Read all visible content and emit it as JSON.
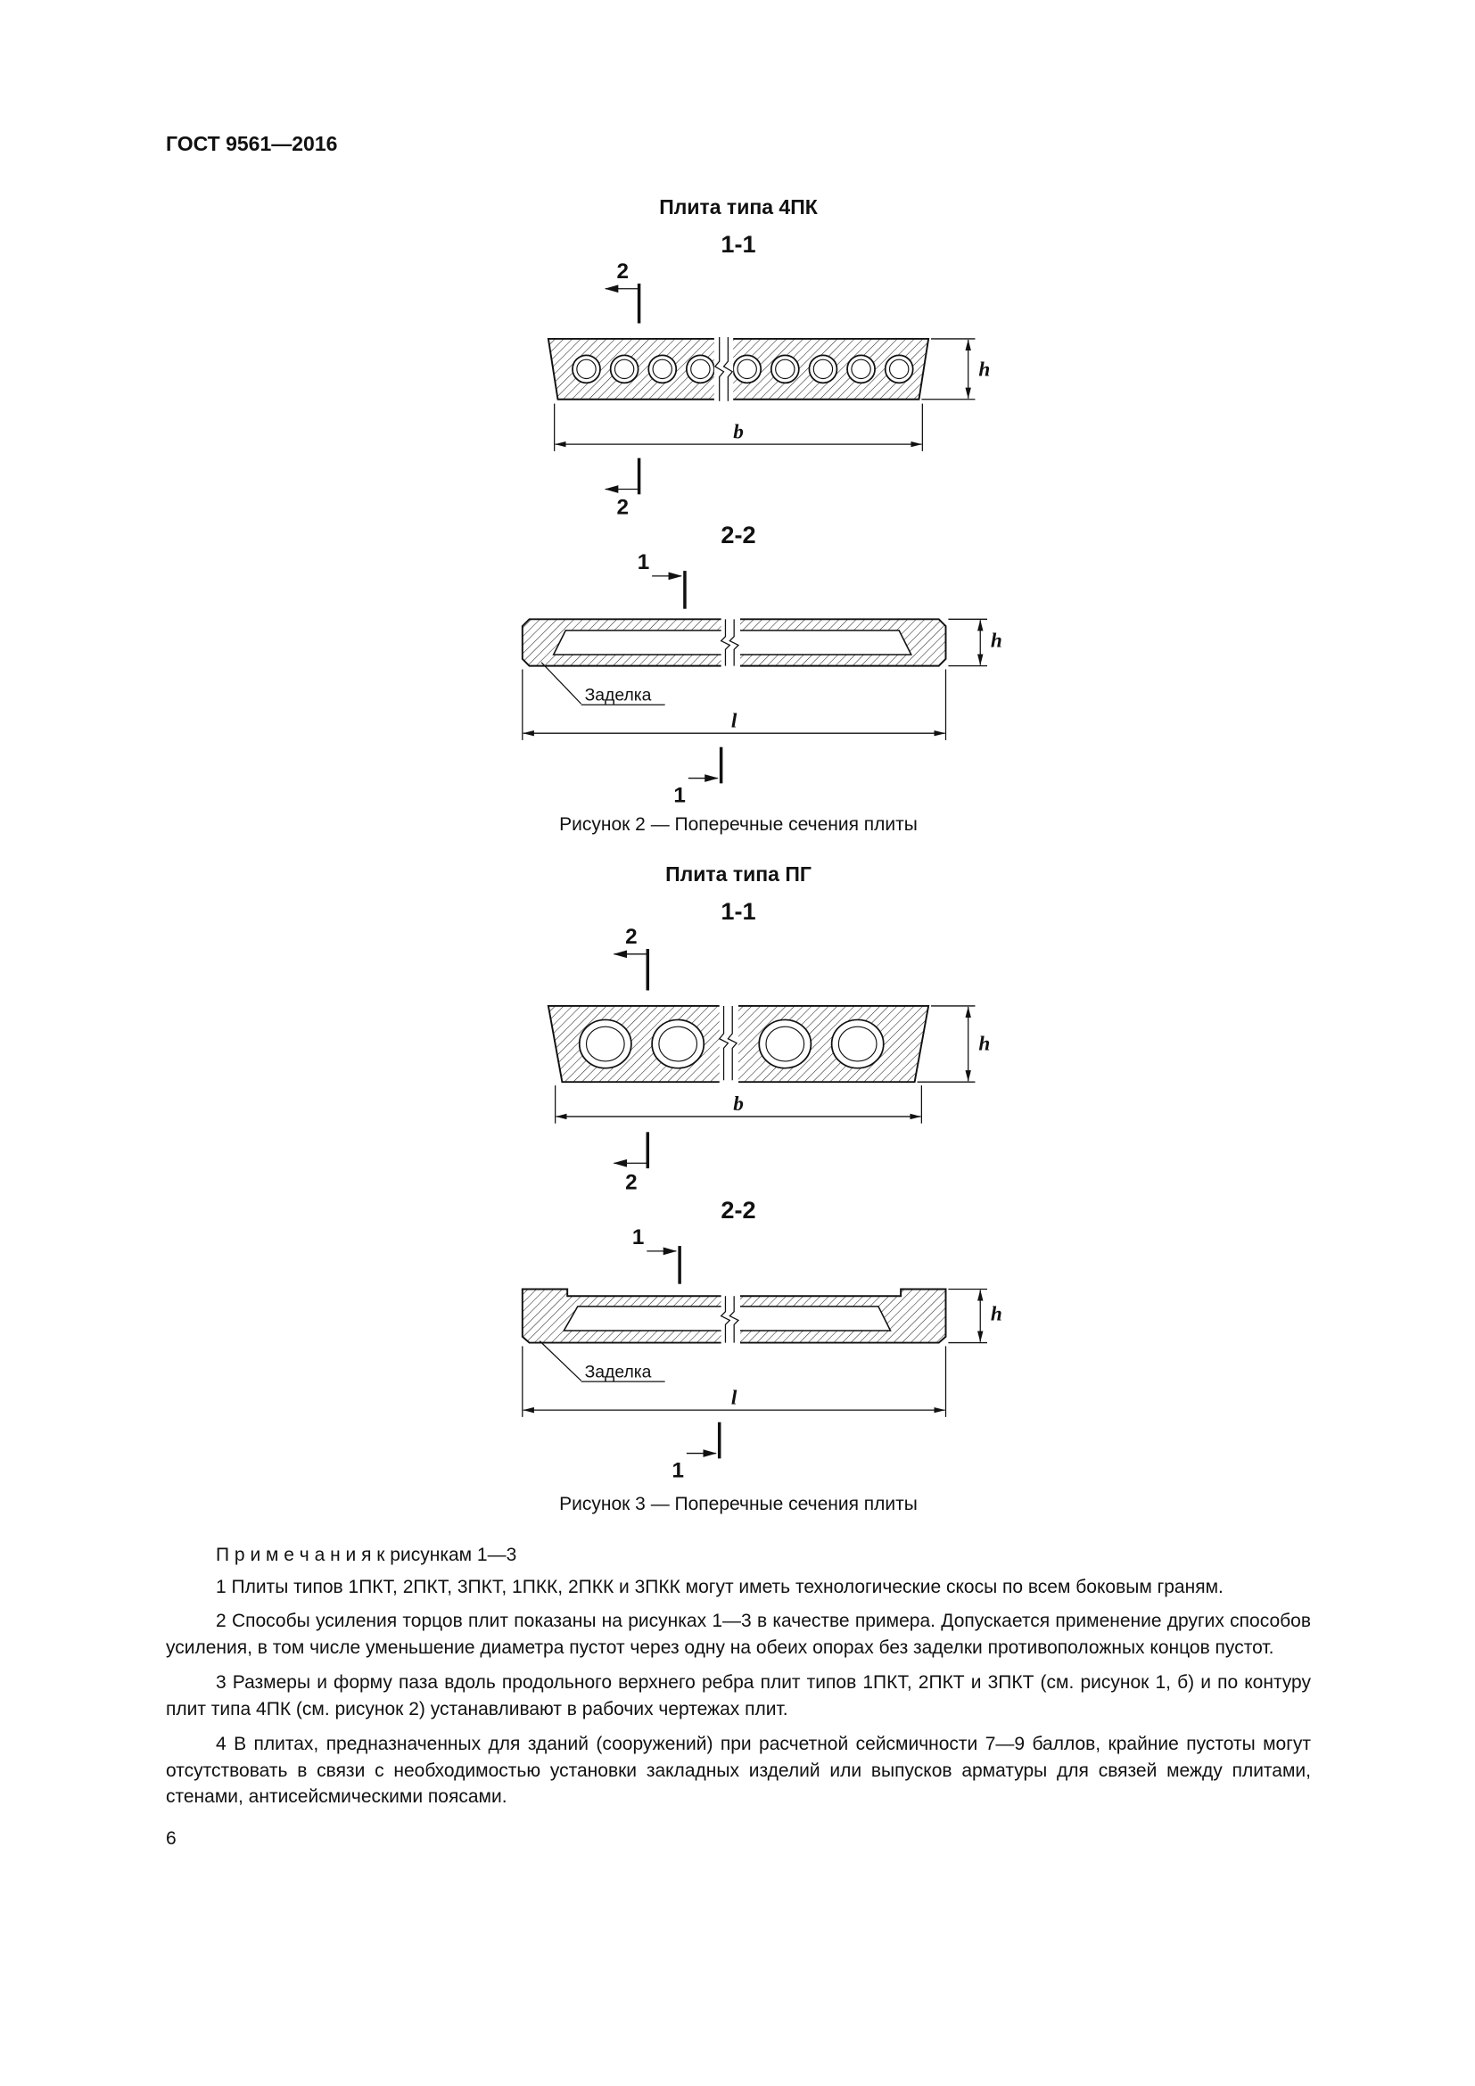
{
  "page": {
    "header": "ГОСТ 9561—2016",
    "page_number": "6"
  },
  "figure2": {
    "title": "Плита типа 4ПК",
    "caption": "Рисунок 2 — Поперечные сечения плиты",
    "cross_section": {
      "label": "1-1",
      "cut_mark": "2",
      "width_dim": "b",
      "height_dim": "h"
    },
    "long_section": {
      "label": "2-2",
      "cut_mark": "1",
      "length_dim": "l",
      "height_dim": "h",
      "annotation": "Заделка"
    }
  },
  "figure3": {
    "title": "Плита типа ПГ",
    "caption": "Рисунок 3 — Поперечные сечения плиты",
    "cross_section": {
      "label": "1-1",
      "cut_mark": "2",
      "width_dim": "b",
      "height_dim": "h"
    },
    "long_section": {
      "label": "2-2",
      "cut_mark": "1",
      "length_dim": "l",
      "height_dim": "h",
      "annotation": "Заделка"
    }
  },
  "notes": {
    "heading": "П р и м е ч а н и я  к рисункам 1—3",
    "items": [
      "1 Плиты типов 1ПКТ, 2ПКТ, 3ПКТ, 1ПКК, 2ПКК и 3ПКК могут иметь технологические скосы по всем боковым граням.",
      "2 Способы усиления торцов плит показаны на рисунках 1—3 в качестве примера. Допускается применение других способов усиления, в том числе уменьшение диаметра пустот через одну на обеих опорах без заделки противоположных концов пустот.",
      "3 Размеры и форму паза вдоль продольного верхнего ребра плит типов 1ПКТ, 2ПКТ и 3ПКТ (см. рисунок 1, б) и по контуру плит типа 4ПК (см. рисунок 2) устанавливают в рабочих чертежах плит.",
      "4 В плитах, предназначенных для зданий (сооружений) при расчетной сейсмичности 7—9 баллов, крайние пустоты могут отсутствовать в связи с необходимостью установки закладных изделий или выпусков арматуры для связей между плитами, стенами, антисейсмическими поясами."
    ]
  }
}
